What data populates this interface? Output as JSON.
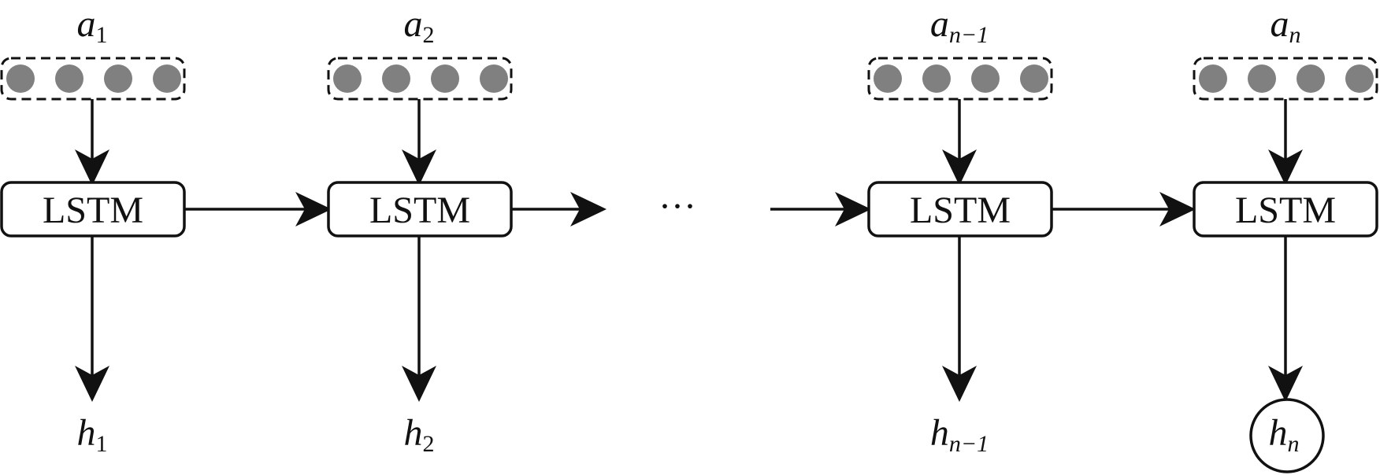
{
  "diagram": {
    "cell_label": "LSTM",
    "ellipsis": "···",
    "colors": {
      "stroke": "#111111",
      "node_fill": "#808080",
      "background": "#ffffff"
    },
    "steps": [
      {
        "input": {
          "base": "a",
          "sub": "1"
        },
        "output": {
          "base": "h",
          "sub": "1"
        },
        "circled": false
      },
      {
        "input": {
          "base": "a",
          "sub": "2"
        },
        "output": {
          "base": "h",
          "sub": "2"
        },
        "circled": false
      },
      {
        "input": {
          "base": "a",
          "sub": "n−1"
        },
        "output": {
          "base": "h",
          "sub": "n−1"
        },
        "circled": false
      },
      {
        "input": {
          "base": "a",
          "sub": "n"
        },
        "output": {
          "base": "h",
          "sub": "n"
        },
        "circled": true
      }
    ]
  }
}
